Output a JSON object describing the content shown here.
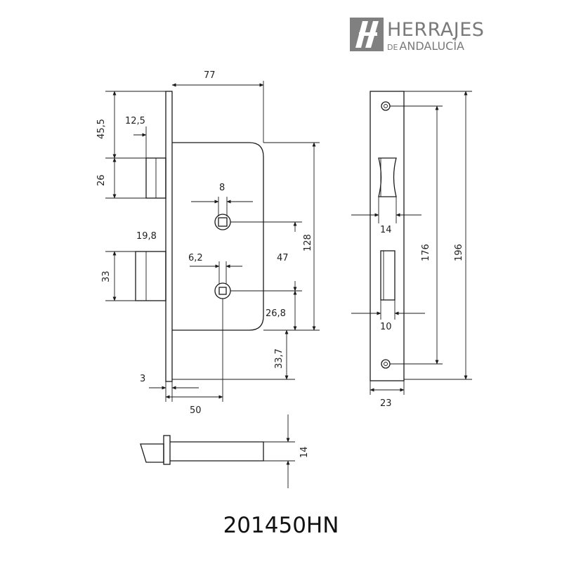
{
  "brand": {
    "logo_mark": "HA-monogram",
    "name_line1": "HERRAJES",
    "name_line2_prefix": "DE",
    "name_line2": "ANDALUCÍA",
    "color": "#7a7a7a"
  },
  "product_code": "201450HN",
  "dimensions": {
    "body_width": "77",
    "faceplate_top": "45,5",
    "latch_offset": "12,5",
    "latch_height": "26",
    "bolt_offset": "19,8",
    "bolt_height": "33",
    "spindle_size": "8",
    "key_width": "6,2",
    "centre_distance": "47",
    "body_height": "128",
    "key_to_bottom": "26,8",
    "bottom_to_body": "33,7",
    "faceplate_thickness": "3",
    "backset": "50",
    "plate_latch_width": "14",
    "plate_bolt_width": "10",
    "hole_distance": "176",
    "plate_length": "196",
    "plate_width": "23",
    "bolt_profile": "14"
  }
}
